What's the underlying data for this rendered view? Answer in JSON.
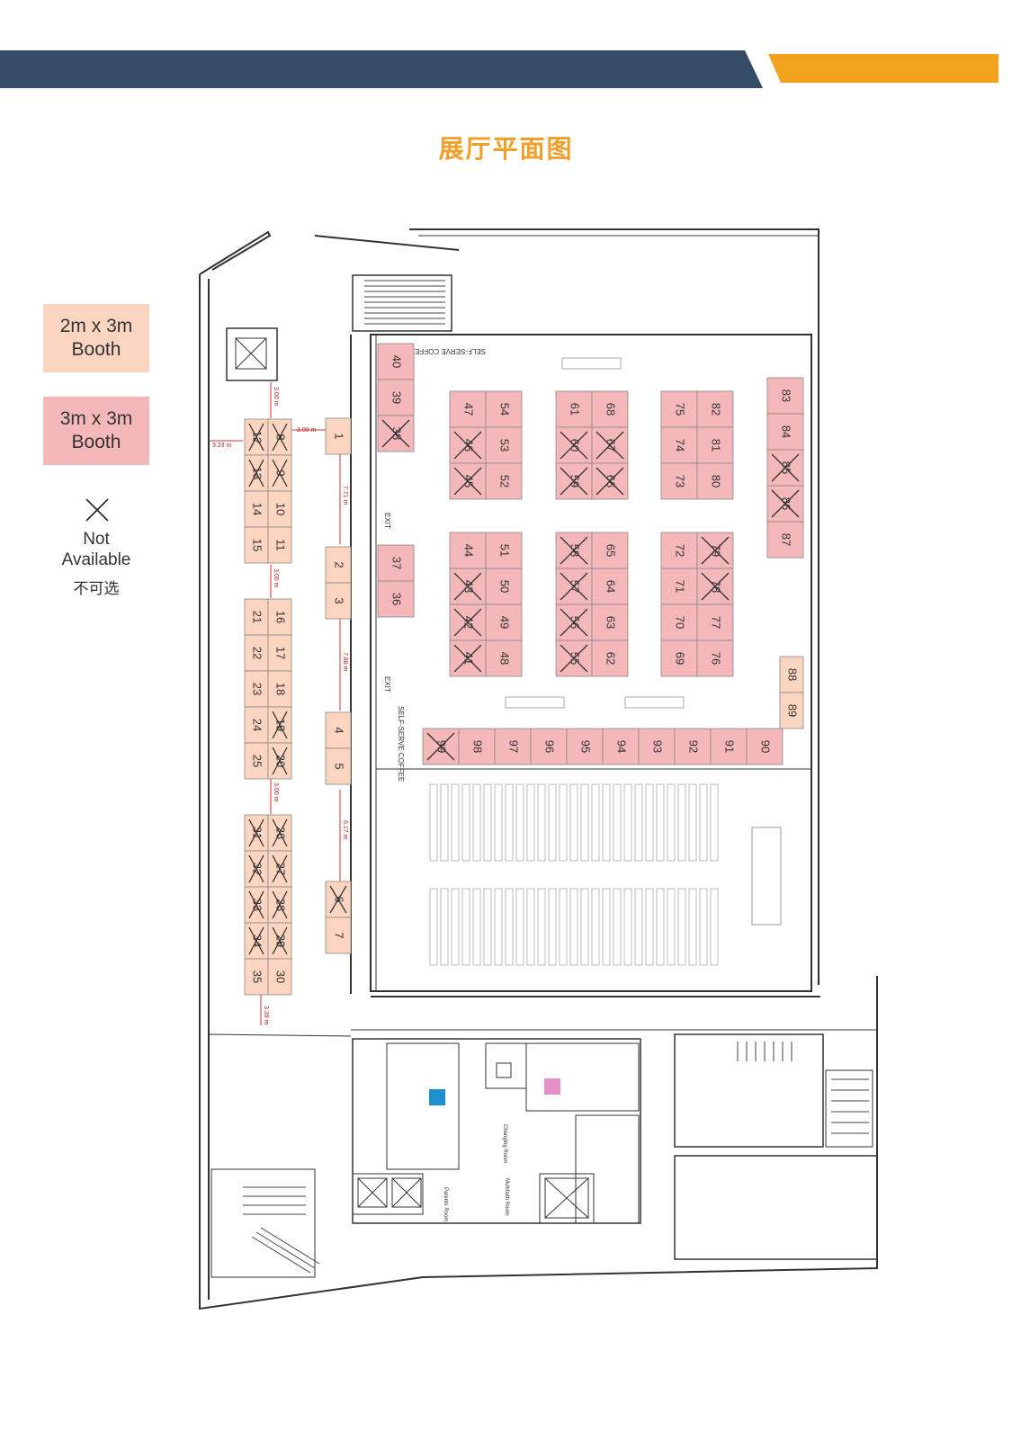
{
  "page_title": "展厅平面图",
  "legend": {
    "small_booth": {
      "line1": "2m x 3m",
      "line2": "Booth",
      "color": "#fcd5c0"
    },
    "large_booth": {
      "line1": "3m x 3m",
      "line2": "Booth",
      "color": "#f5b8ba"
    },
    "not_available": {
      "line1": "Not",
      "line2": "Available",
      "line3": "不可选"
    }
  },
  "colors": {
    "header_dark": "#344c66",
    "header_orange": "#f2a21c",
    "title": "#f0a02a"
  },
  "labels": {
    "self_serve_coffee": "SELF-SERVE COFFEE",
    "exit": "EXIT",
    "changing_room": "Changing Room",
    "multifaith_room": "Multifaith Room",
    "parents_room": "Parents Room"
  },
  "dimensions": {
    "d1": "3.23 m",
    "d2": "3.00 m",
    "d3": "3.00 m",
    "d4": "7.71 m",
    "d5": "3.00 m",
    "d6": "7.88 m",
    "d7": "3.00 m",
    "d8": "6.17 m",
    "d9": "3.39 m"
  },
  "booths": [
    {
      "n": "12",
      "size": "2x3",
      "na": true
    },
    {
      "n": "13",
      "size": "2x3",
      "na": true
    },
    {
      "n": "14",
      "size": "2x3",
      "na": false
    },
    {
      "n": "15",
      "size": "2x3",
      "na": false
    },
    {
      "n": "8",
      "size": "2x3",
      "na": true
    },
    {
      "n": "9",
      "size": "2x3",
      "na": true
    },
    {
      "n": "10",
      "size": "2x3",
      "na": false
    },
    {
      "n": "11",
      "size": "2x3",
      "na": false
    },
    {
      "n": "21",
      "size": "2x3",
      "na": false
    },
    {
      "n": "22",
      "size": "2x3",
      "na": false
    },
    {
      "n": "23",
      "size": "2x3",
      "na": false
    },
    {
      "n": "24",
      "size": "2x3",
      "na": false
    },
    {
      "n": "25",
      "size": "2x3",
      "na": false
    },
    {
      "n": "16",
      "size": "2x3",
      "na": false
    },
    {
      "n": "17",
      "size": "2x3",
      "na": false
    },
    {
      "n": "18",
      "size": "2x3",
      "na": false
    },
    {
      "n": "19",
      "size": "2x3",
      "na": true
    },
    {
      "n": "20",
      "size": "2x3",
      "na": true
    },
    {
      "n": "31",
      "size": "2x3",
      "na": true
    },
    {
      "n": "32",
      "size": "2x3",
      "na": true
    },
    {
      "n": "33",
      "size": "2x3",
      "na": true
    },
    {
      "n": "34",
      "size": "2x3",
      "na": true
    },
    {
      "n": "35",
      "size": "2x3",
      "na": false
    },
    {
      "n": "26",
      "size": "2x3",
      "na": true
    },
    {
      "n": "27",
      "size": "2x3",
      "na": true
    },
    {
      "n": "28",
      "size": "2x3",
      "na": true
    },
    {
      "n": "29",
      "size": "2x3",
      "na": true
    },
    {
      "n": "30",
      "size": "2x3",
      "na": false
    },
    {
      "n": "1",
      "size": "2x3",
      "na": false
    },
    {
      "n": "2",
      "size": "2x3",
      "na": false
    },
    {
      "n": "3",
      "size": "2x3",
      "na": false
    },
    {
      "n": "4",
      "size": "2x3",
      "na": false
    },
    {
      "n": "5",
      "size": "2x3",
      "na": false
    },
    {
      "n": "6",
      "size": "2x3",
      "na": true
    },
    {
      "n": "7",
      "size": "2x3",
      "na": false
    },
    {
      "n": "40",
      "size": "3x3",
      "na": false
    },
    {
      "n": "39",
      "size": "3x3",
      "na": false
    },
    {
      "n": "38",
      "size": "3x3",
      "na": true
    },
    {
      "n": "37",
      "size": "3x3",
      "na": false
    },
    {
      "n": "36",
      "size": "3x3",
      "na": false
    },
    {
      "n": "47",
      "size": "3x3",
      "na": false
    },
    {
      "n": "46",
      "size": "3x3",
      "na": true
    },
    {
      "n": "45",
      "size": "3x3",
      "na": true
    },
    {
      "n": "54",
      "size": "3x3",
      "na": false
    },
    {
      "n": "53",
      "size": "3x3",
      "na": false
    },
    {
      "n": "52",
      "size": "3x3",
      "na": false
    },
    {
      "n": "61",
      "size": "3x3",
      "na": false
    },
    {
      "n": "60",
      "size": "3x3",
      "na": true
    },
    {
      "n": "59",
      "size": "3x3",
      "na": true
    },
    {
      "n": "68",
      "size": "3x3",
      "na": false
    },
    {
      "n": "67",
      "size": "3x3",
      "na": true
    },
    {
      "n": "66",
      "size": "3x3",
      "na": true
    },
    {
      "n": "75",
      "size": "3x3",
      "na": false
    },
    {
      "n": "74",
      "size": "3x3",
      "na": false
    },
    {
      "n": "73",
      "size": "3x3",
      "na": false
    },
    {
      "n": "82",
      "size": "3x3",
      "na": false
    },
    {
      "n": "81",
      "size": "3x3",
      "na": false
    },
    {
      "n": "80",
      "size": "3x3",
      "na": false
    },
    {
      "n": "83",
      "size": "3x3",
      "na": false
    },
    {
      "n": "84",
      "size": "3x3",
      "na": false
    },
    {
      "n": "85",
      "size": "3x3",
      "na": true
    },
    {
      "n": "86",
      "size": "3x3",
      "na": true
    },
    {
      "n": "87",
      "size": "3x3",
      "na": false
    },
    {
      "n": "44",
      "size": "3x3",
      "na": false
    },
    {
      "n": "43",
      "size": "3x3",
      "na": true
    },
    {
      "n": "42",
      "size": "3x3",
      "na": true
    },
    {
      "n": "41",
      "size": "3x3",
      "na": true
    },
    {
      "n": "51",
      "size": "3x3",
      "na": false
    },
    {
      "n": "50",
      "size": "3x3",
      "na": false
    },
    {
      "n": "49",
      "size": "3x3",
      "na": false
    },
    {
      "n": "48",
      "size": "3x3",
      "na": false
    },
    {
      "n": "58",
      "size": "3x3",
      "na": true
    },
    {
      "n": "57",
      "size": "3x3",
      "na": true
    },
    {
      "n": "56",
      "size": "3x3",
      "na": true
    },
    {
      "n": "55",
      "size": "3x3",
      "na": true
    },
    {
      "n": "65",
      "size": "3x3",
      "na": false
    },
    {
      "n": "64",
      "size": "3x3",
      "na": false
    },
    {
      "n": "63",
      "size": "3x3",
      "na": false
    },
    {
      "n": "62",
      "size": "3x3",
      "na": false
    },
    {
      "n": "72",
      "size": "3x3",
      "na": false
    },
    {
      "n": "71",
      "size": "3x3",
      "na": false
    },
    {
      "n": "70",
      "size": "3x3",
      "na": false
    },
    {
      "n": "69",
      "size": "3x3",
      "na": false
    },
    {
      "n": "79",
      "size": "3x3",
      "na": true
    },
    {
      "n": "78",
      "size": "3x3",
      "na": true
    },
    {
      "n": "77",
      "size": "3x3",
      "na": false
    },
    {
      "n": "76",
      "size": "3x3",
      "na": false
    },
    {
      "n": "88",
      "size": "2x3",
      "na": false
    },
    {
      "n": "89",
      "size": "2x3",
      "na": false
    },
    {
      "n": "99",
      "size": "3x3",
      "na": true
    },
    {
      "n": "98",
      "size": "3x3",
      "na": false
    },
    {
      "n": "97",
      "size": "3x3",
      "na": false
    },
    {
      "n": "96",
      "size": "3x3",
      "na": false
    },
    {
      "n": "95",
      "size": "3x3",
      "na": false
    },
    {
      "n": "94",
      "size": "3x3",
      "na": false
    },
    {
      "n": "93",
      "size": "3x3",
      "na": false
    },
    {
      "n": "92",
      "size": "3x3",
      "na": false
    },
    {
      "n": "91",
      "size": "3x3",
      "na": false
    },
    {
      "n": "90",
      "size": "3x3",
      "na": false
    }
  ]
}
